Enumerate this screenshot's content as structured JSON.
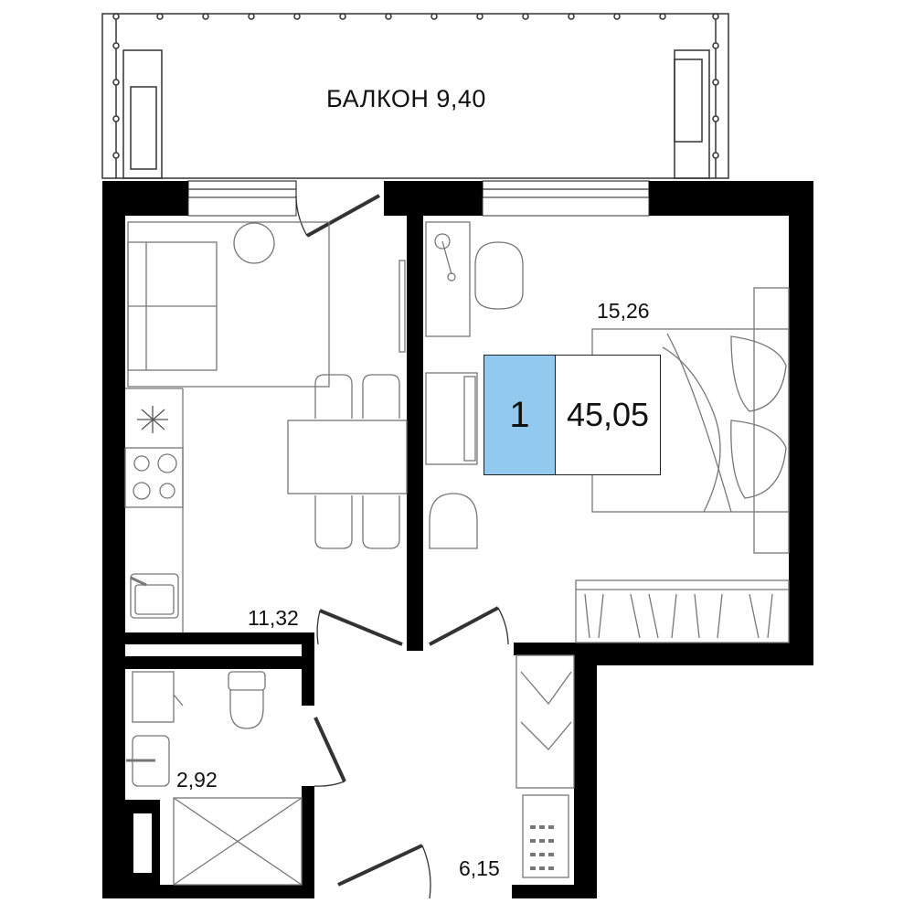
{
  "balcony": {
    "label": "БАЛКОН 9,40"
  },
  "rooms": {
    "kitchen_living": {
      "area": "11,32"
    },
    "bedroom": {
      "area": "15,26"
    },
    "bathroom": {
      "area": "2,92"
    },
    "hallway": {
      "area": "6,15"
    }
  },
  "summary": {
    "room_count": "1",
    "total_area": "45,05"
  },
  "colors": {
    "wall": "#000000",
    "line": "#555555",
    "badge_accent": "#92c9ee"
  }
}
